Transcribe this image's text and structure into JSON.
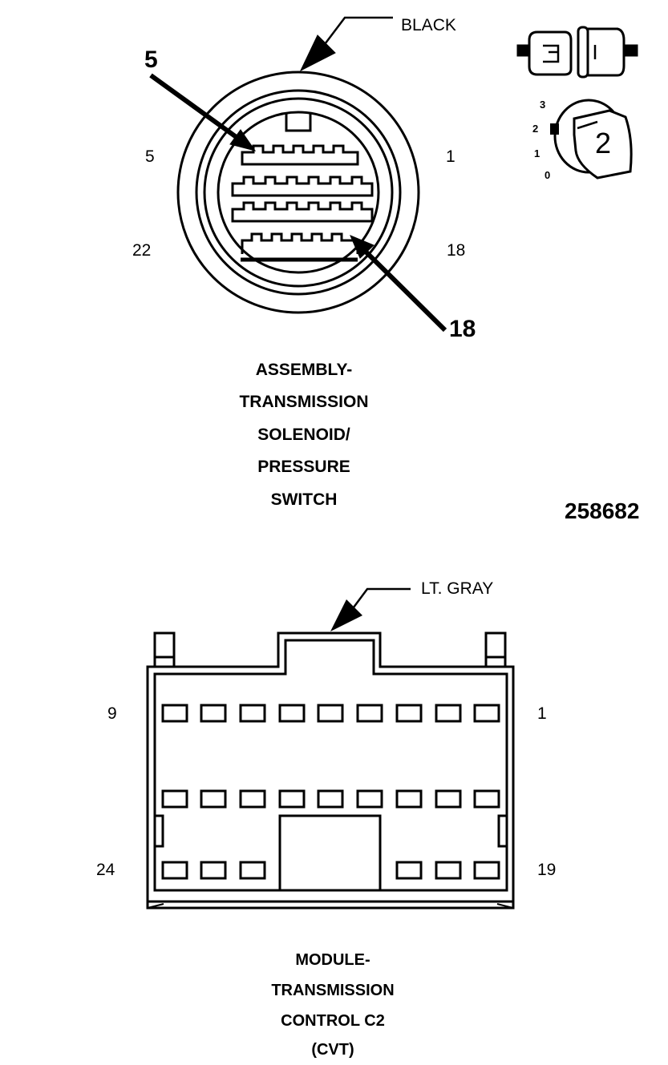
{
  "connector1": {
    "color_label": "BLACK",
    "callout_top": "5",
    "callout_bottom": "18",
    "pin_left_top": "5",
    "pin_right_top": "1",
    "pin_left_bottom": "22",
    "pin_right_bottom": "18",
    "title_lines": [
      "ASSEMBLY-",
      "TRANSMISSION",
      "SOLENOID/",
      "PRESSURE",
      "SWITCH"
    ]
  },
  "figure_number": "258682",
  "view_indicator": {
    "positions": [
      "3",
      "2",
      "1",
      "0"
    ],
    "selected": "2"
  },
  "connector2": {
    "color_label": "LT. GRAY",
    "pin_left_top": "9",
    "pin_right_top": "1",
    "pin_left_bottom": "24",
    "pin_right_bottom": "19",
    "title_lines": [
      "MODULE-",
      "TRANSMISSION",
      "CONTROL C2",
      "(CVT)"
    ]
  }
}
